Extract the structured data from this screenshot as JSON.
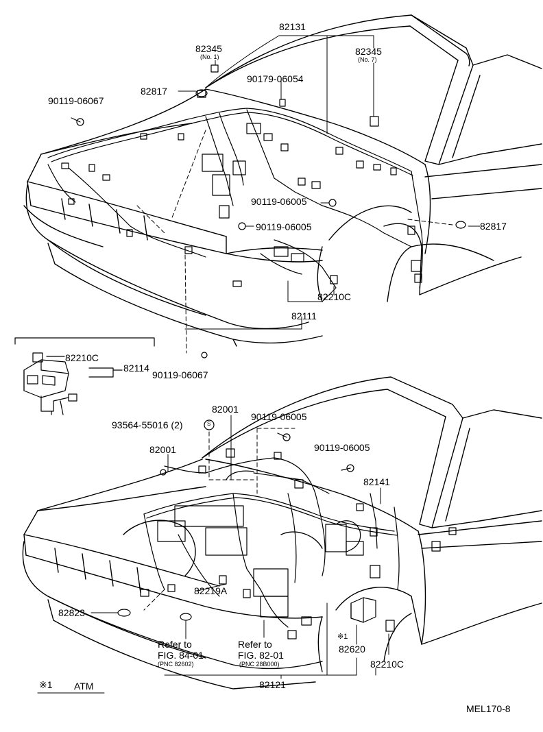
{
  "labels": {
    "p82131": "82131",
    "p82345_a": "82345",
    "p82345_a_note": "(No. 1)",
    "p82345_b": "82345",
    "p82345_b_note": "(No. 7)",
    "p90179": "90179-06054",
    "p90119_top_left": "90119-06067",
    "p82817_top": "82817",
    "p90119_06005_a": "90119-06005",
    "p90119_06005_b": "90119-06005",
    "p82817_right": "82817",
    "p82210c_top": "82210C",
    "p82111": "82111",
    "p82210c_inset": "82210C",
    "p82114": "82114",
    "p90119_06067_mid": "90119-06067",
    "p82001_a": "82001",
    "p93564": "93564-55016 (2)",
    "p90119_06005_c": "90119-06005",
    "p90119_06005_d": "90119-06005",
    "p82001_b": "82001",
    "p82141": "82141",
    "p82219a": "82219A",
    "p82823": "82823",
    "ref_fig84_a": "Refer to",
    "ref_fig84_b": "FIG. 84-01",
    "ref_fig84_pnc": "(PNC 82602)",
    "ref_fig82_a": "Refer to",
    "ref_fig82_b": "FIG. 82-01",
    "ref_fig82_pnc": "(PNC 28B000)",
    "note_star": "※1",
    "p82620": "82620",
    "p82210c_bottom": "82210C",
    "p82121": "82121",
    "legend_star": "※1",
    "legend_text": "ATM",
    "drawing_code": "MEL170-8",
    "circle_s": "S"
  }
}
